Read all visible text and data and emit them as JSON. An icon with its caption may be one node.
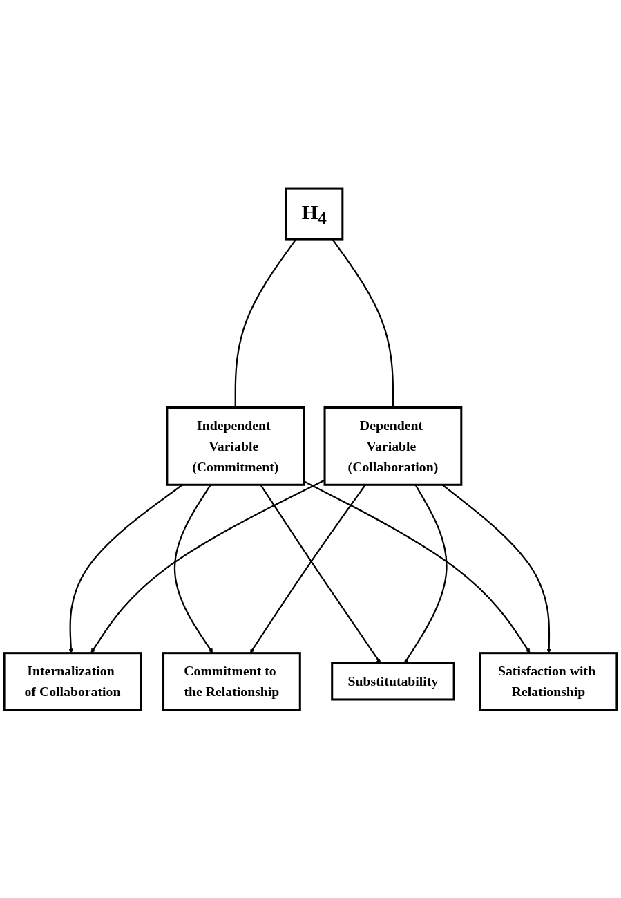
{
  "diagram": {
    "nodes": [
      {
        "text": [
          "H$_{4}$"
        ]
      },
      {
        "text": [
          "Independent Variable (Commitment)"
        ]
      },
      {
        "text": [
          "Dependent Variable (Collaboration)"
        ]
      },
      {
        "text": [
          "Internalization of Collaboration"
        ]
      },
      {
        "text": [
          "Commitment to the Relationship"
        ]
      },
      {
        "text": [
          "Substitutability"
        ]
      },
      {
        "text": [
          "Satisfaction with Relationship"
        ]
      }
    ],
    "edges": [
      {
        "from": 0,
        "to": 1,
        "arrow": "none"
      },
      {
        "from": 0,
        "to": 2,
        "arrow": "none"
      },
      {
        "from": 1,
        "to": 3,
        "arrow": "to"
      },
      {
        "from": 1,
        "to": 4,
        "arrow": "to"
      },
      {
        "from": 1,
        "to": 5,
        "arrow": "to"
      },
      {
        "from": 1,
        "to": 6,
        "arrow": "to"
      },
      {
        "from": 2,
        "to": 3,
        "arrow": "to"
      },
      {
        "from": 2,
        "to": 4,
        "arrow": "to"
      },
      {
        "from": 2,
        "to": 5,
        "arrow": "to"
      },
      {
        "from": 2,
        "to": 6,
        "arrow": "to"
      }
    ]
  }
}
